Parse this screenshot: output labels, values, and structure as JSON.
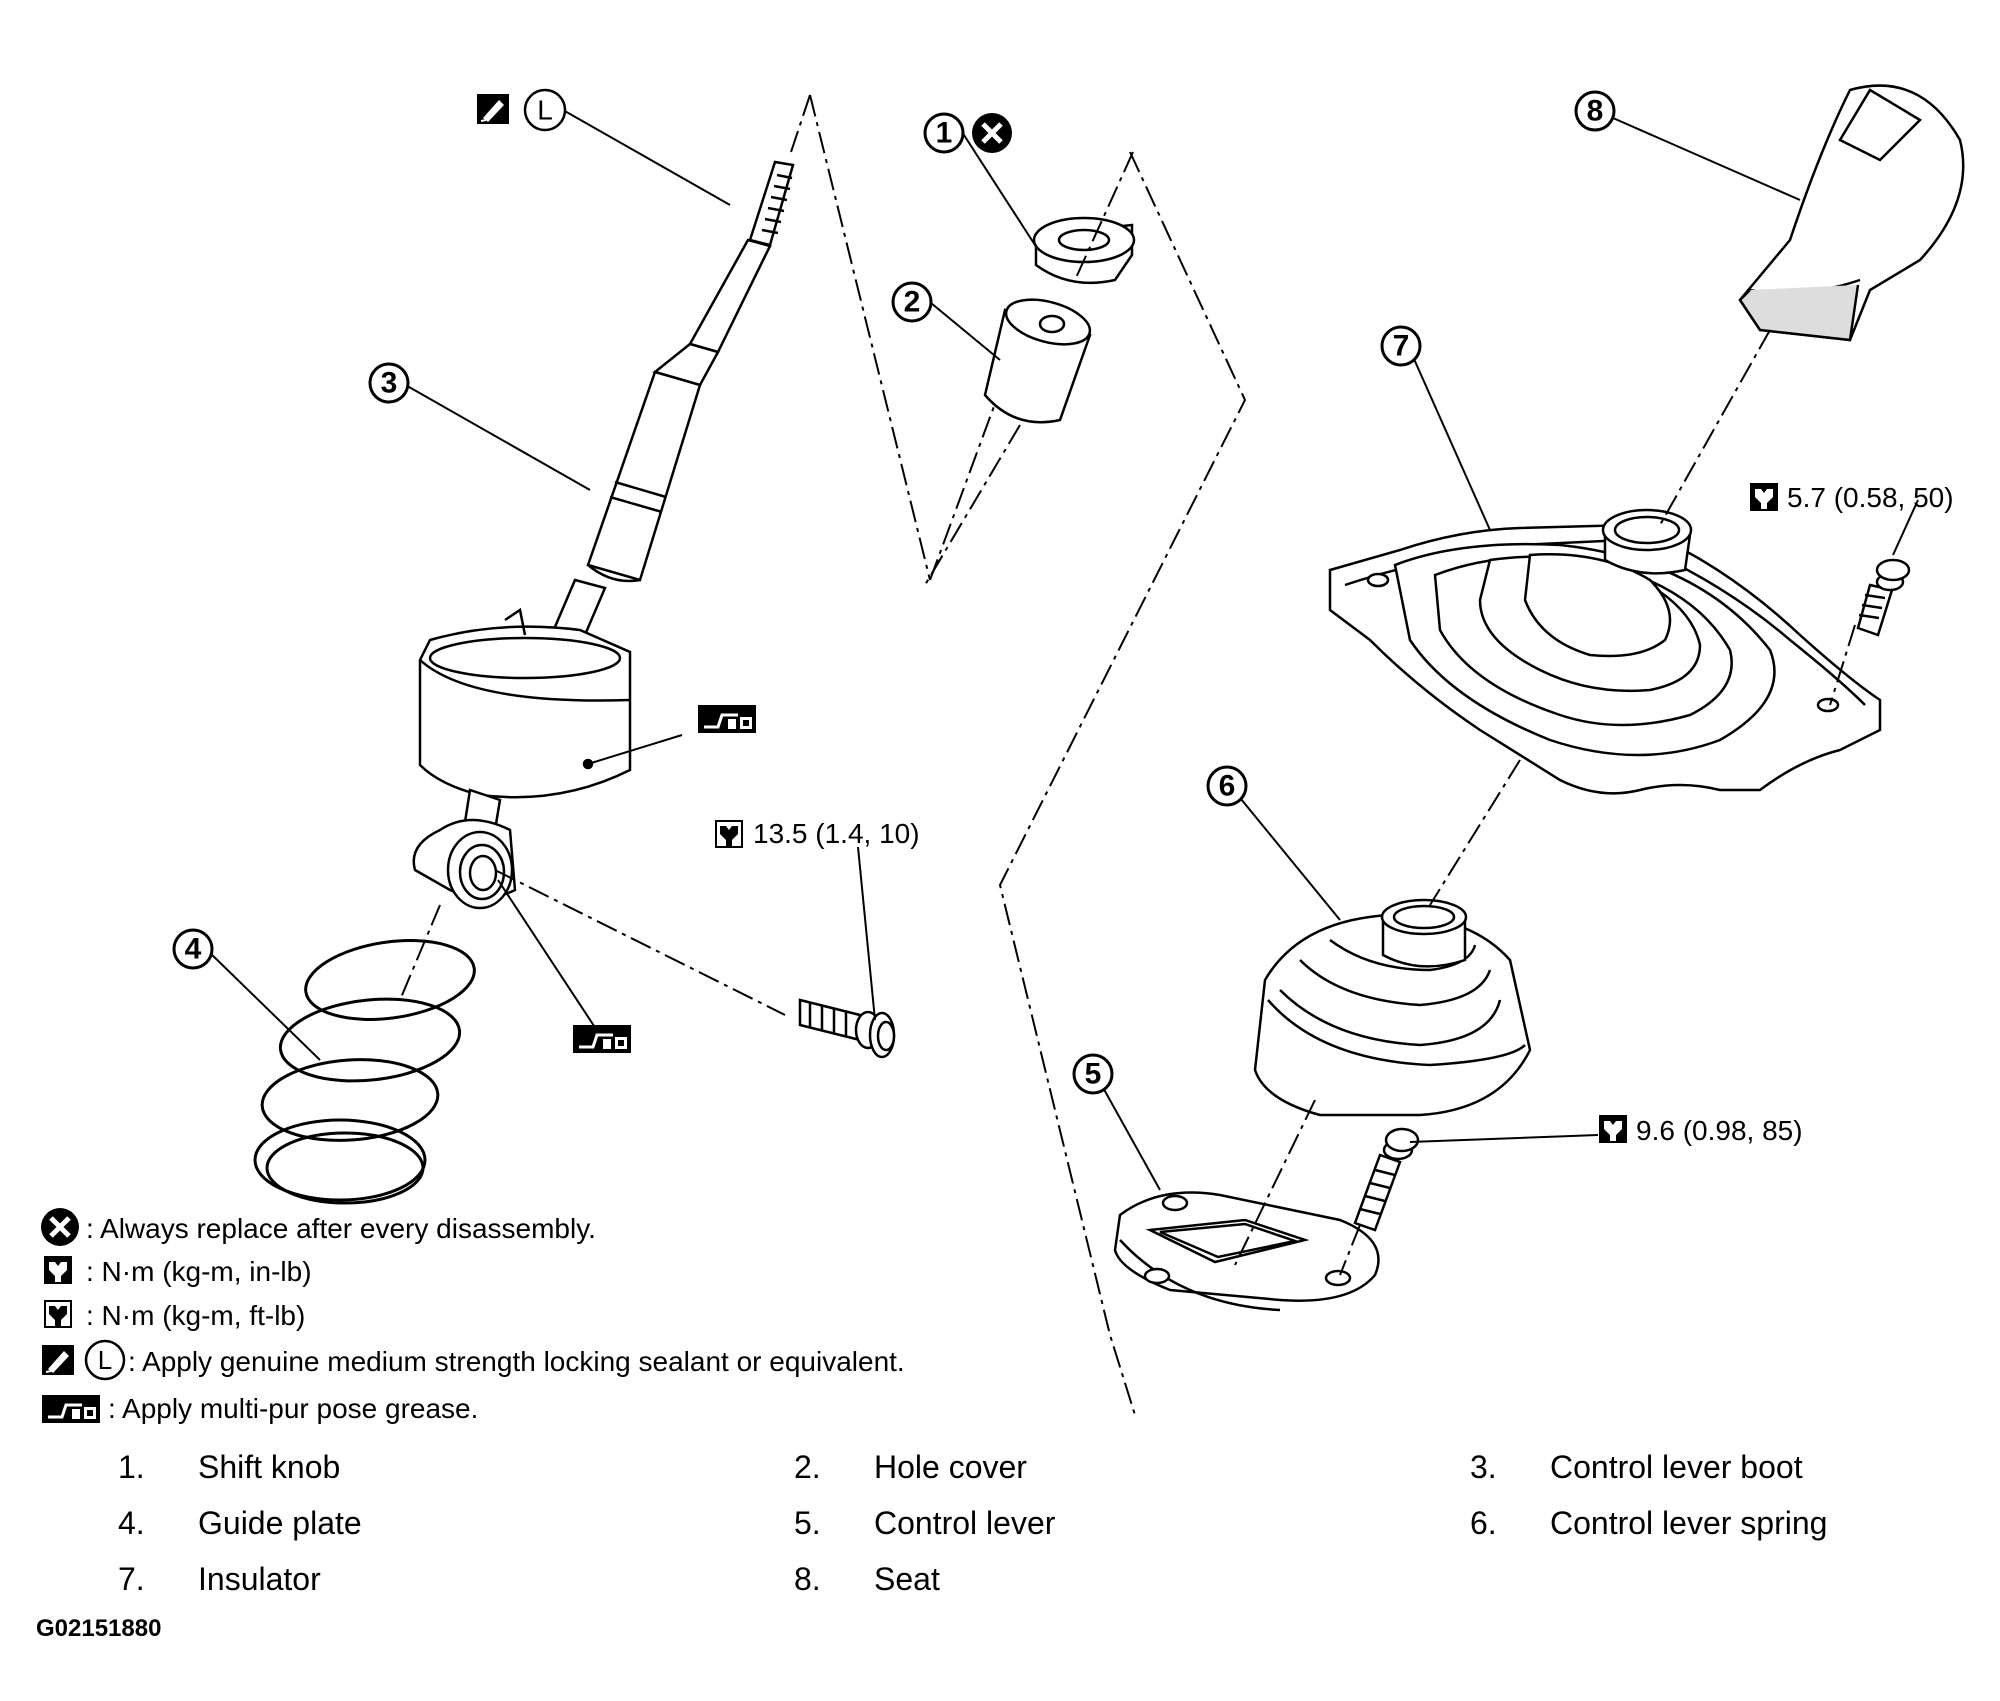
{
  "callouts": [
    "1",
    "2",
    "3",
    "4",
    "5",
    "6",
    "7",
    "8"
  ],
  "icons": {
    "sealant_letter": "L"
  },
  "torque_specs": [
    {
      "value": "13.5 (1.4, 10)"
    },
    {
      "value": "5.7 (0.58, 50)"
    },
    {
      "value": "9.6 (0.98, 85)"
    }
  ],
  "legend": [
    {
      "icon": "replace-icon",
      "text": ": Always replace after every disassembly."
    },
    {
      "icon": "torque-inlb-icon",
      "text": ": N·m (kg-m, in-lb)"
    },
    {
      "icon": "torque-ftlb-icon",
      "text": ": N·m (kg-m, ft-lb)"
    },
    {
      "icon": "sealant-icon",
      "text": ": Apply genuine medium strength locking sealant or equivalent."
    },
    {
      "icon": "grease-icon",
      "text": ": Apply multi-pur pose grease."
    }
  ],
  "parts_list": [
    {
      "num": "1.",
      "name": "Shift knob"
    },
    {
      "num": "2.",
      "name": "Hole cover"
    },
    {
      "num": "3.",
      "name": "Control lever boot"
    },
    {
      "num": "4.",
      "name": "Guide plate"
    },
    {
      "num": "5.",
      "name": "Control lever"
    },
    {
      "num": "6.",
      "name": "Control lever spring"
    },
    {
      "num": "7.",
      "name": "Insulator"
    },
    {
      "num": "8.",
      "name": "Seat"
    }
  ],
  "figure_id": "G02151880"
}
